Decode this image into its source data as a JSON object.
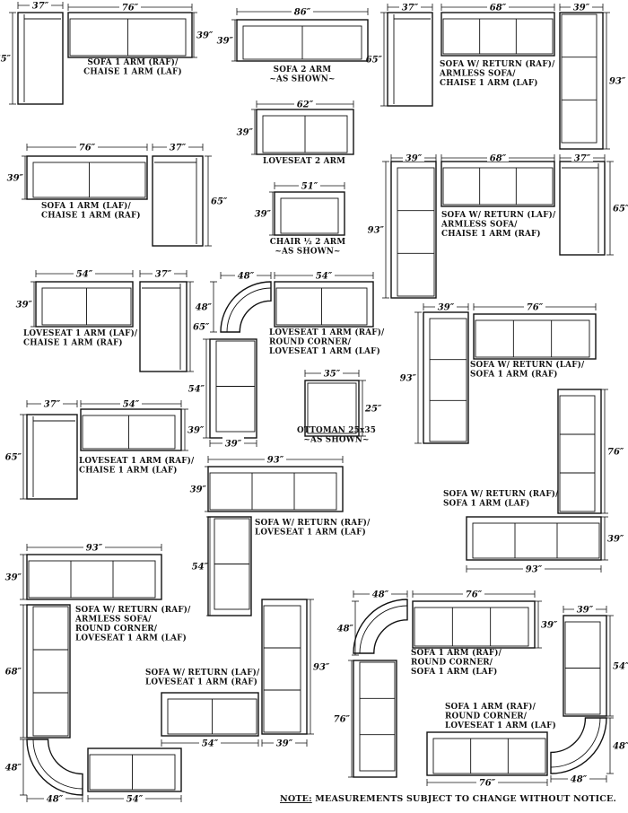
{
  "note": {
    "prefix": "NOTE:",
    "text": " MEASUREMENTS SUBJECT TO CHANGE WITHOUT NOTICE."
  },
  "dims": {
    "d37": "37″",
    "d76": "76″",
    "d65": "65″",
    "d39": "39″",
    "d86": "86″",
    "d68": "68″",
    "d93": "93″",
    "d62": "62″",
    "d51": "51″",
    "d54": "54″",
    "d48": "48″",
    "d35": "35″",
    "d25": "25″"
  },
  "groups": [
    {
      "id": "g1",
      "label": [
        "SOFA 1 ARM (RAF)/",
        "CHAISE 1 ARM  (LAF)"
      ]
    },
    {
      "id": "g2",
      "label": [
        "SOFA 2 ARM",
        "~AS SHOWN~"
      ]
    },
    {
      "id": "g3",
      "label": [
        "SOFA W/ RETURN (RAF)/",
        "ARMLESS SOFA/",
        "CHAISE  1 ARM (LAF)"
      ]
    },
    {
      "id": "g4",
      "label": [
        "LOVESEAT 2 ARM"
      ]
    },
    {
      "id": "g5",
      "label": [
        "SOFA 1 ARM (LAF)/",
        "CHAISE 1 ARM  (RAF)"
      ]
    },
    {
      "id": "g6",
      "label": [
        "CHAIR ½  2 ARM",
        "~AS SHOWN~"
      ]
    },
    {
      "id": "g7",
      "label": [
        "SOFA W/ RETURN (LAF)/",
        "ARMLESS SOFA/",
        "CHAISE  1 ARM (RAF)"
      ]
    },
    {
      "id": "g8",
      "label": [
        "LOVESEAT 1 ARM (LAF)/",
        "CHAISE 1 ARM (RAF)"
      ]
    },
    {
      "id": "g9",
      "label": [
        "LOVESEAT 1 ARM (RAF)/",
        "ROUND CORNER/",
        "LOVESEAT 1 ARM (LAF)"
      ]
    },
    {
      "id": "g10",
      "label": [
        "SOFA W/ RETURN (LAF)/",
        "SOFA 1 ARM  (RAF)"
      ]
    },
    {
      "id": "g11",
      "label": [
        "OTTOMAN 25x35",
        "~AS SHOWN~"
      ]
    },
    {
      "id": "g12",
      "label": [
        "LOVESEAT 1 ARM (RAF)/",
        "CHAISE 1 ARM (LAF)"
      ]
    },
    {
      "id": "g13",
      "label": [
        "SOFA W/ RETURN (RAF)/",
        "SOFA 1 ARM (LAF)"
      ]
    },
    {
      "id": "g14",
      "label": [
        "SOFA W/ RETURN (RAF)/",
        "LOVESEAT 1 ARM  (LAF)"
      ]
    },
    {
      "id": "g15",
      "label": [
        "SOFA W/ RETURN (RAF)/",
        "ARMLESS SOFA/",
        "ROUND CORNER/",
        "LOVESEAT 1 ARM  (LAF)"
      ]
    },
    {
      "id": "g16",
      "label": [
        "SOFA W/ RETURN (LAF)/",
        "LOVESEAT 1 ARM  (RAF)"
      ]
    },
    {
      "id": "g17",
      "label": [
        "SOFA 1 ARM (RAF)/",
        "ROUND CORNER/",
        "SOFA 1 ARM (LAF)"
      ]
    },
    {
      "id": "g18",
      "label": [
        "SOFA 1 ARM (RAF)/",
        "ROUND CORNER/",
        "LOVESEAT 1 ARM (LAF)"
      ]
    }
  ]
}
